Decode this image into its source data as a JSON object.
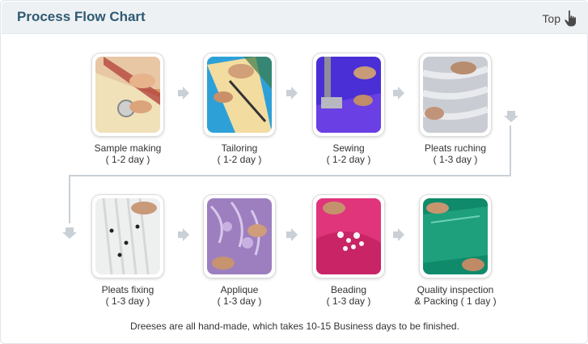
{
  "header": {
    "title": "Process Flow Chart",
    "top_label": "Top"
  },
  "steps": [
    {
      "label": "Sample making",
      "days": "( 1-2 day )"
    },
    {
      "label": "Tailoring",
      "days": "( 1-2 day )"
    },
    {
      "label": "Sewing",
      "days": "( 1-2 day )"
    },
    {
      "label": "Pleats ruching",
      "days": "( 1-3 day )"
    },
    {
      "label": "Pleats fixing",
      "days": "( 1-3 day )"
    },
    {
      "label": "Applique",
      "days": "( 1-3 day )"
    },
    {
      "label": "Beading",
      "days": "( 1-3 day )"
    },
    {
      "label": "Quality inspection",
      "label2": "& Packing ( 1 day )",
      "days": ""
    }
  ],
  "footer": "Dreeses are all hand-made, which takes 10-15 Business days to be finished.",
  "icons": {
    "top": "pointing-hand-icon",
    "arrow_right": "arrow-right-icon",
    "arrow_down": "arrow-down-icon"
  },
  "colors": {
    "title": "#2f5a73",
    "header_bg": "#eef1f3",
    "arrow": "#c9d0d6"
  }
}
